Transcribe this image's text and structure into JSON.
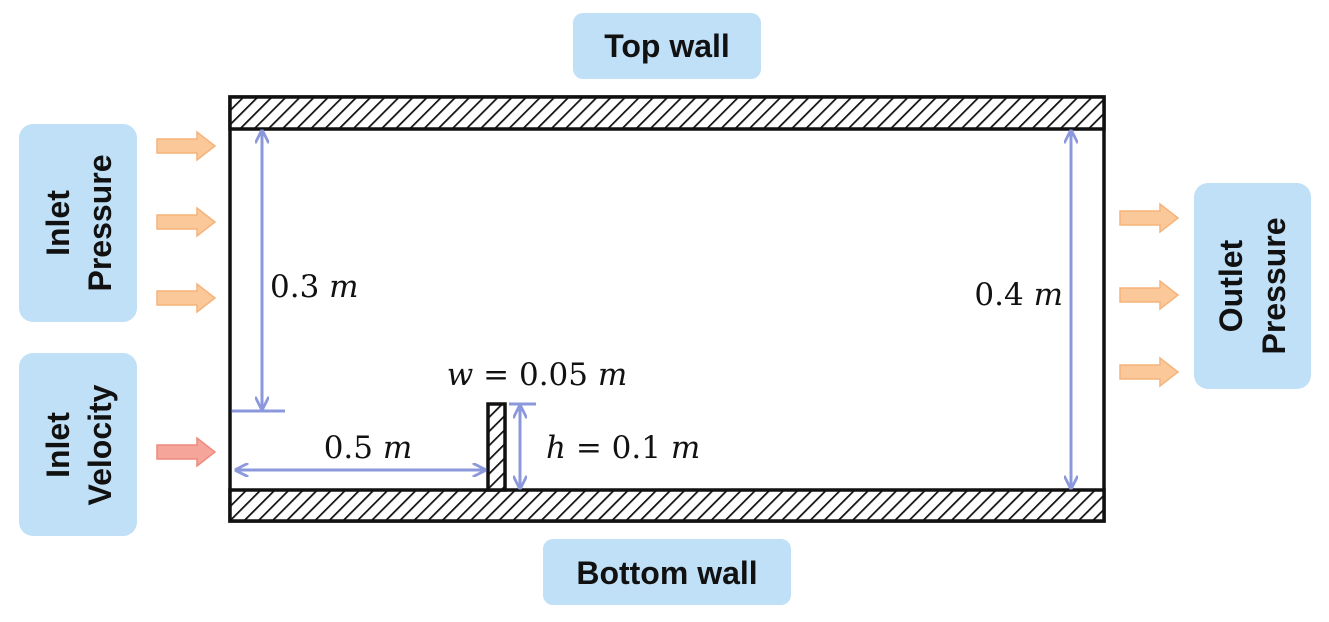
{
  "labels": {
    "top_wall": "Top wall",
    "bottom_wall": "Bottom wall",
    "inlet_pressure": [
      "Inlet",
      "Pressure"
    ],
    "inlet_velocity": [
      "Inlet",
      "Velocity"
    ],
    "outlet_pressure": [
      "Outlet",
      "Pressure"
    ]
  },
  "dimensions": {
    "inlet_pressure_height": {
      "value": "0.3",
      "unit": "m"
    },
    "channel_height": {
      "value": "0.4",
      "unit": "m"
    },
    "obstacle_width": {
      "symbol": "w",
      "op": "=",
      "value": "0.05",
      "unit": "m"
    },
    "obstacle_height": {
      "symbol": "h",
      "op": "=",
      "value": "0.1",
      "unit": "m"
    },
    "obstacle_distance": {
      "value": "0.5",
      "unit": "m"
    }
  },
  "colors": {
    "label_background": "#bfe0f7",
    "dimension_line": "#8c98dc",
    "pressure_arrow": "#fbc89a",
    "velocity_arrow": "#f5a59a",
    "wall_outline": "#111111"
  }
}
